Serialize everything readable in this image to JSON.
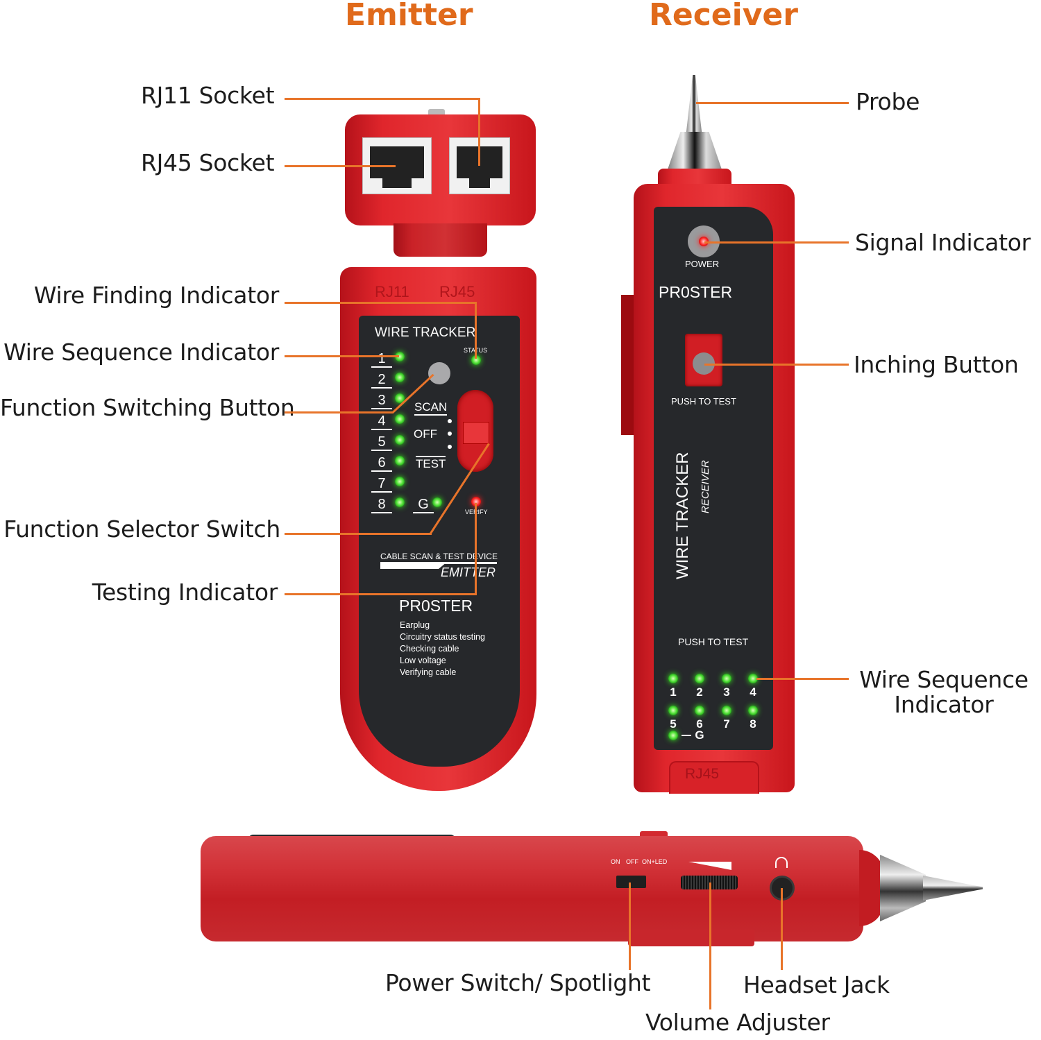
{
  "headings": {
    "emitter": "Emitter",
    "receiver": "Receiver"
  },
  "colors": {
    "accent_orange": "#e06a1b",
    "leader_line": "#e8742a",
    "device_red": "#e0262c",
    "panel_black": "#26282b",
    "led_green": "#54e23a",
    "led_red": "#ff2a2a"
  },
  "emitter_callouts": {
    "rj11_socket": "RJ11 Socket",
    "rj45_socket": "RJ45 Socket",
    "wire_finding_indicator": "Wire Finding Indicator",
    "wire_sequence_indicator": "Wire Sequence Indicator",
    "function_switching_button": "Function Switching Button",
    "function_selector_switch": "Function Selector Switch",
    "testing_indicator": "Testing Indicator"
  },
  "receiver_callouts": {
    "probe": "Probe",
    "signal_indicator": "Signal Indicator",
    "inching_button": "Inching Button",
    "wire_sequence_indicator_line1": "Wire Sequence",
    "wire_sequence_indicator_line2": "Indicator"
  },
  "side_view_callouts": {
    "power_switch": "Power Switch/ Spotlight",
    "headset_jack": "Headset Jack",
    "volume_adjuster": "Volume Adjuster"
  },
  "emitter_device": {
    "port_labels": [
      "RJ11",
      "RJ45"
    ],
    "title": "WIRE TRACKER",
    "status_label": "STATUS",
    "wire_numbers": [
      "1",
      "2",
      "3",
      "4",
      "5",
      "6",
      "7",
      "8"
    ],
    "ground_label": "G",
    "switch_positions": [
      "SCAN",
      "OFF",
      "TEST"
    ],
    "verify_label": "VERIFY",
    "subtitle": "CABLE SCAN & TEST DEVICE",
    "model": "EMITTER",
    "brand": "PR0STER",
    "features": [
      "Earplug",
      "Circuitry status testing",
      "Checking cable",
      "Low voltage",
      "Verifying cable"
    ]
  },
  "receiver_device": {
    "power_label": "POWER",
    "brand": "PR0STER",
    "push_to_test_top": "PUSH TO TEST",
    "title_vertical": "WIRE TRACKER",
    "model_vertical": "RECEIVER",
    "push_to_test_bottom": "PUSH TO TEST",
    "wire_numbers": [
      "1",
      "2",
      "3",
      "4",
      "5",
      "6",
      "7",
      "8"
    ],
    "ground_label": "G",
    "port_label": "RJ45"
  },
  "side_view_device": {
    "switch_labels": [
      "ON",
      "OFF",
      "ON+LED"
    ],
    "headphone_icon": "headphones-icon"
  }
}
